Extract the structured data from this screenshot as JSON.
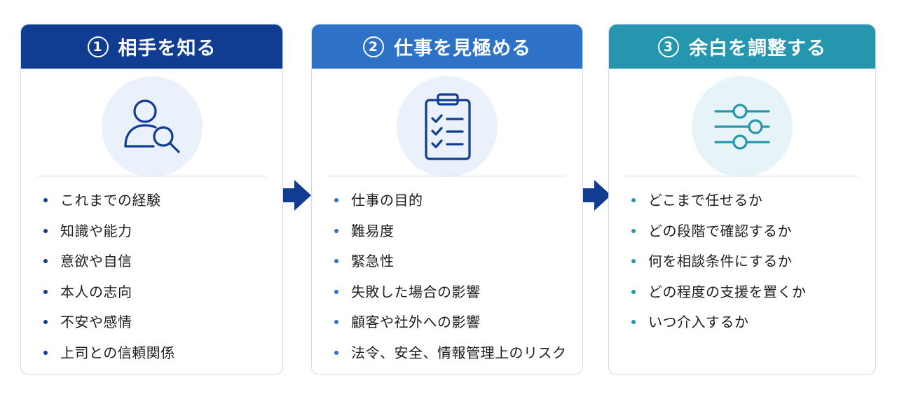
{
  "steps": [
    {
      "number": "1",
      "title": "相手を知る",
      "icon": "person-search-icon",
      "accent": "#103d92",
      "items": [
        "これまでの経験",
        "知識や能力",
        "意欲や自信",
        "本人の志向",
        "不安や感情",
        "上司との信頼関係"
      ]
    },
    {
      "number": "2",
      "title": "仕事を見極める",
      "icon": "clipboard-checklist-icon",
      "accent": "#2e72c8",
      "items": [
        "仕事の目的",
        "難易度",
        "緊急性",
        "失敗した場合の影響",
        "顧客や社外への影響",
        "法令、安全、情報管理上のリスク"
      ]
    },
    {
      "number": "3",
      "title": "余白を調整する",
      "icon": "sliders-icon",
      "accent": "#2596ad",
      "items": [
        "どこまで任せるか",
        "どの段階で確認するか",
        "何を相談条件にするか",
        "どの程度の支援を置くか",
        "いつ介入するか"
      ]
    }
  ],
  "arrow_color": "#103d92"
}
